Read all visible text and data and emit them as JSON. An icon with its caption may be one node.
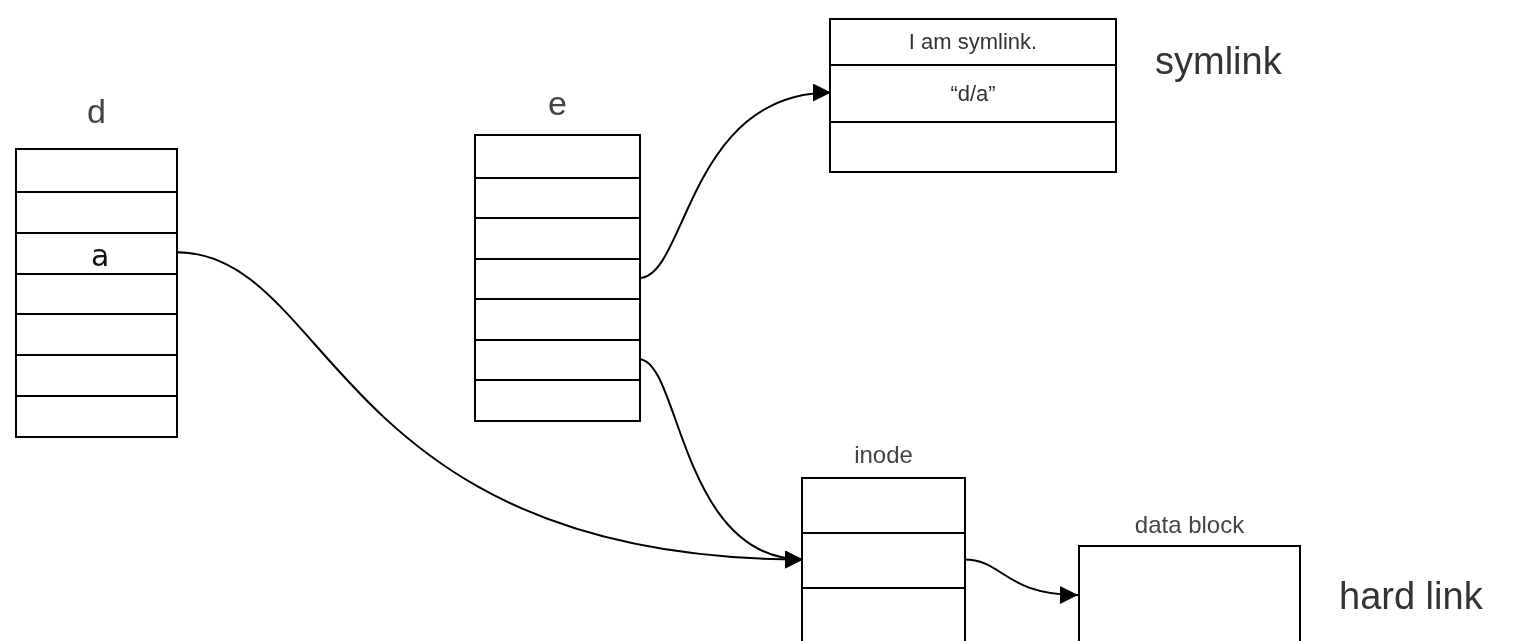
{
  "diagram": {
    "nodes": [
      {
        "text": [
          "d"
        ]
      },
      {
        "text": [
          "a"
        ],
        "in": 0
      },
      {
        "text": [
          "e"
        ]
      },
      {
        "text": [],
        "shape": "box",
        "in": 2
      },
      {
        "text": [],
        "shape": "box",
        "in": 2
      },
      {
        "text": [],
        "shape": "box",
        "beside": [
          "symlink"
        ]
      },
      {
        "text": [
          "I am symlink."
        ],
        "in": 5
      },
      {
        "text": [
          "“d/a”"
        ],
        "in": 5
      },
      {
        "text": [
          "inode"
        ]
      },
      {
        "text": [],
        "shape": "box",
        "in": 8
      },
      {
        "text": [
          "data block"
        ],
        "beside": [
          "hard link"
        ]
      }
    ],
    "edges": [
      {
        "from": 3,
        "to": 7,
        "arrow": "to"
      },
      {
        "from": 4,
        "to": 9,
        "arrow": "to"
      },
      {
        "from": 1,
        "to": 9,
        "arrow": "to"
      },
      {
        "from": 9,
        "to": 10,
        "arrow": "to"
      }
    ]
  }
}
